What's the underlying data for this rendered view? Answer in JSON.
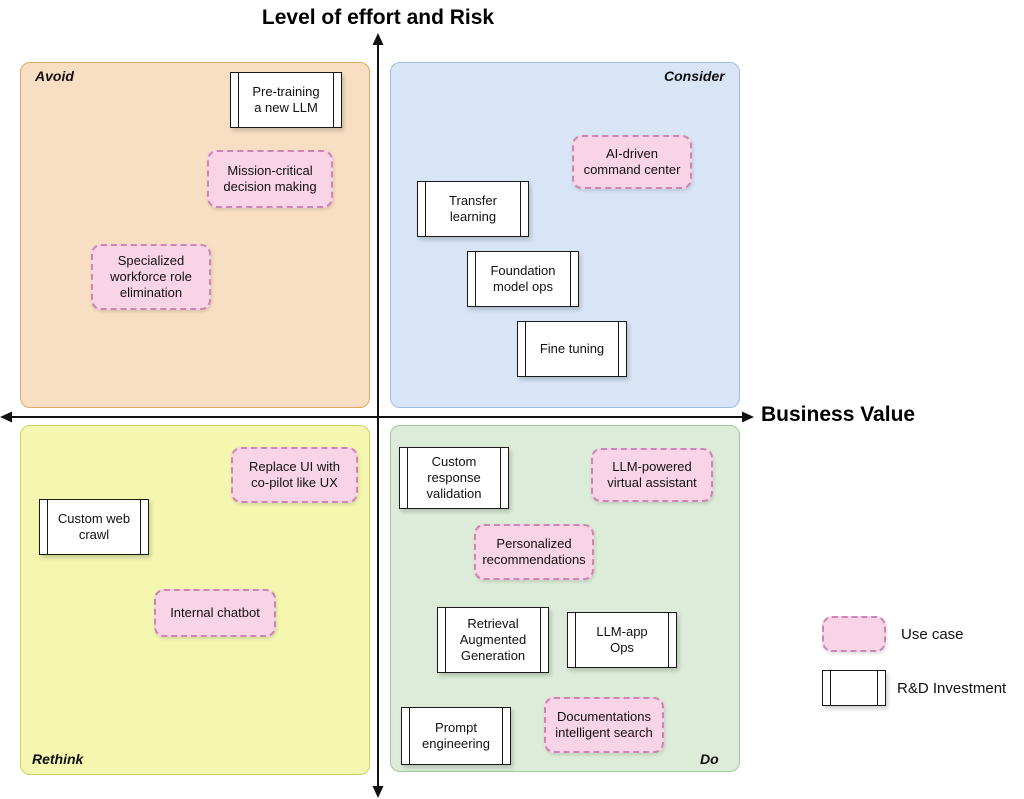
{
  "title": "Level of effort and Risk",
  "x_axis_label": "Business Value",
  "quadrants": {
    "avoid": {
      "label": "Avoid",
      "items": [
        {
          "type": "rd",
          "label": "Pre-training a new LLM"
        },
        {
          "type": "usecase",
          "label": "Mission-critical decision making"
        },
        {
          "type": "usecase",
          "label": "Specialized workforce role elimination"
        }
      ]
    },
    "consider": {
      "label": "Consider",
      "items": [
        {
          "type": "usecase",
          "label": "AI-driven command center"
        },
        {
          "type": "rd",
          "label": "Transfer learning"
        },
        {
          "type": "rd",
          "label": "Foundation model ops"
        },
        {
          "type": "rd",
          "label": "Fine tuning"
        }
      ]
    },
    "rethink": {
      "label": "Rethink",
      "items": [
        {
          "type": "usecase",
          "label": "Replace UI with co-pilot like UX"
        },
        {
          "type": "rd",
          "label": "Custom web crawl"
        },
        {
          "type": "usecase",
          "label": "Internal chatbot"
        }
      ]
    },
    "do": {
      "label": "Do",
      "items": [
        {
          "type": "rd",
          "label": "Custom response validation"
        },
        {
          "type": "usecase",
          "label": "LLM-powered virtual assistant"
        },
        {
          "type": "usecase",
          "label": "Personalized recommendations"
        },
        {
          "type": "rd",
          "label": "Retrieval Augmented Generation"
        },
        {
          "type": "rd",
          "label": "LLM-app Ops"
        },
        {
          "type": "rd",
          "label": "Prompt engineering"
        },
        {
          "type": "usecase",
          "label": "Documentations intelligent search"
        }
      ]
    }
  },
  "legend": {
    "use_case_label": "Use case",
    "rd_investment_label": "R&D Investment"
  },
  "colors": {
    "avoid_bg": "#f8dfc4",
    "consider_bg": "#d7e5f6",
    "rethink_bg": "#f5f7b0",
    "do_bg": "#dcecd8",
    "usecase_bg": "#f8d4e6",
    "usecase_border": "#cd85b2",
    "rd_bg": "#ffffff",
    "axis_color": "#111111"
  }
}
